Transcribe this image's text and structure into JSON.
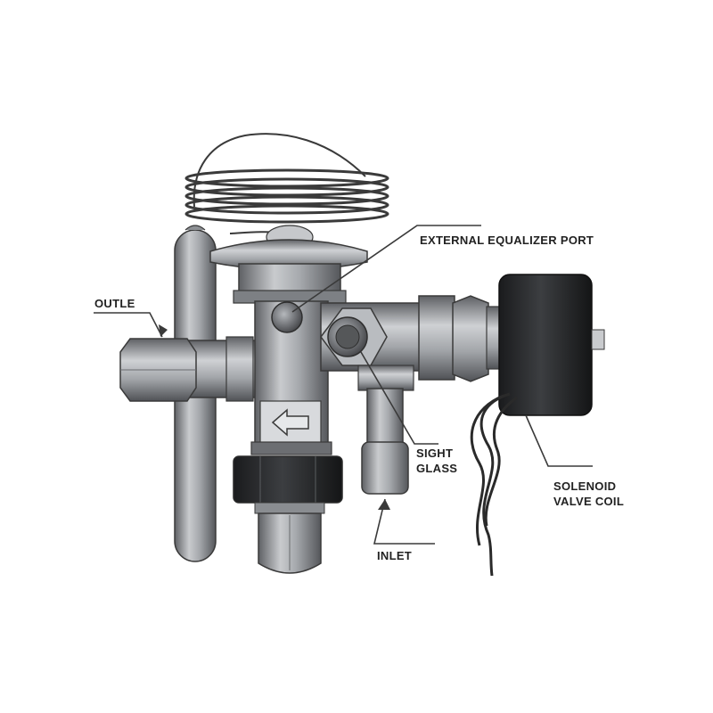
{
  "labels": {
    "external_equalizer_port": "EXTERNAL EQUALIZER PORT",
    "outlet": "OUTLE",
    "sight_glass": [
      "SIGHT",
      "GLASS"
    ],
    "solenoid_valve_coil": [
      "SOLENOID",
      "VALVE COIL"
    ],
    "inlet": "INLET"
  },
  "colors": {
    "line": "#3a3a3a",
    "metal_dark": "#5a5c60",
    "metal_mid": "#9a9da2",
    "metal_light": "#d4d6d9",
    "coil_dark": "#1f2022"
  }
}
